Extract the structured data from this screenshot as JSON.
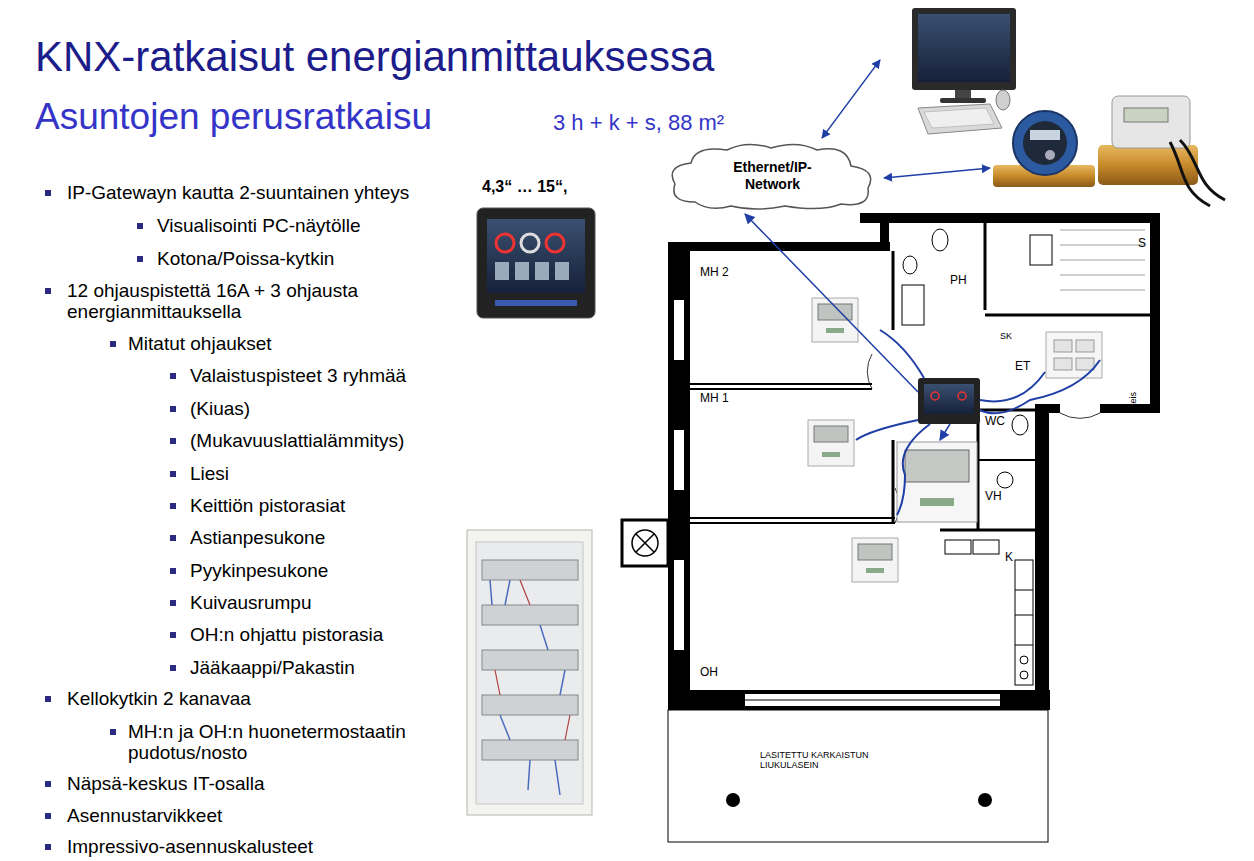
{
  "diagram": {
    "title": "KNX-ratkaisut energianmittauksessa",
    "nodes": [
      {
        "text": [
          "Ethernet/IP-Network"
        ]
      }
    ],
    "labels": [
      "Asuntojen perusratkaisu",
      "3 h + k + s, 88 m²",
      "4,3“ … 15“,",
      "IP-Gatewayn kautta 2-suuntainen yhteys",
      "Visualisointi PC-näytölle",
      "Kotona/Poissa-kytkin",
      "12 ohjauspistettä 16A + 3 ohjausta energianmittauksella",
      "Mitatut ohjaukset",
      "Valaistuspisteet 3 ryhmää",
      "(Kiuas)",
      "(Mukavuuslattialämmitys)",
      "Liesi",
      "Keittiön pistorasiat",
      "Astianpesukone",
      "Pyykinpesukone",
      "Kuivausrumpu",
      "OH:n ohjattu pistorasia",
      "Jääkaappi/Pakastin",
      "Kellokytkin 2 kanavaa",
      "MH:n ja OH:n huonetermostaatin pudotus/nosto",
      "Näpsä-keskus IT-osalla",
      "Asennustarvikkeet",
      "Impressivo-asennuskalusteet",
      "MH 2",
      "PH",
      "S",
      "SK",
      "ET",
      "MH 1",
      "WC",
      "VH",
      "K",
      "OH",
      "LASITETTU KARKAISTUN LIUKULASEIN",
      "Eteis"
    ]
  }
}
